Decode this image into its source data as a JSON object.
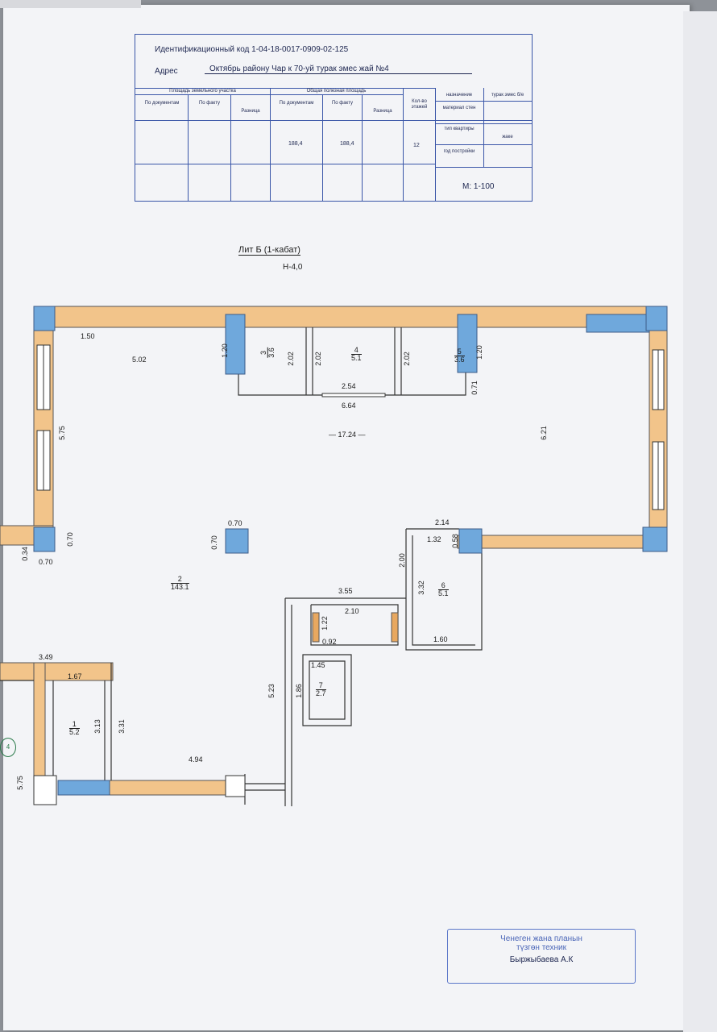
{
  "header": {
    "id_line": "Идентификационный код 1-04-18-0017-0909-02-125",
    "address_label": "Адрес",
    "address_value": "Октябрь району Чар к 70-уй турак эмес жай №4",
    "land_area_title": "Площадь земельного участка",
    "useful_area_title": "Общая полезная площадь",
    "col_by_docs": "По документам",
    "col_by_fact": "По факту",
    "col_diff": "Разница",
    "col_floors": "Кол-во этажей",
    "col_purpose": "назначение",
    "col_wall": "материал стен",
    "col_type": "тип квартиры",
    "col_year": "год постройки",
    "col_building_type": "турак эмес б/е",
    "val_purpose": "жаке",
    "val_docs": "188,4",
    "val_fact": "188,4",
    "val_floors": "12",
    "scale": "М: 1-100"
  },
  "plan": {
    "lit": "Лит Б (1-кабат)",
    "height": "Н-4,0",
    "labels": {
      "d150": "1.50",
      "d502": "5.02",
      "d120a": "1.20",
      "d202a": "2.02",
      "d202b": "2.02",
      "d202c": "2.02",
      "d254": "2.54",
      "d664": "6.64",
      "d120b": "1.20",
      "d071": "0.71",
      "d1724": "— 17.24 —",
      "d621": "6.21",
      "d575a": "5.75",
      "d070a": "0.70",
      "d070b": "0.70",
      "d070c": "0.70",
      "d070d": "0.70",
      "d034": "0.34",
      "d214": "2.14",
      "d132": "1.32",
      "d058": "0.58",
      "d200": "2.00",
      "d355": "3.55",
      "d210": "2.10",
      "d122": "1.22",
      "d092": "0.92",
      "d332": "3.32",
      "d160": "1.60",
      "d145": "1.45",
      "d186": "1.86",
      "d523": "5.23",
      "d349": "3.49",
      "d167": "1.67",
      "d313": "3.13",
      "d331": "3.31",
      "d494": "4.94",
      "d575b": "5.75"
    },
    "rooms": [
      {
        "n": "3",
        "a": "3.6"
      },
      {
        "n": "4",
        "a": "5.1"
      },
      {
        "n": "5",
        "a": "3.6"
      },
      {
        "n": "2",
        "a": "143.1"
      },
      {
        "n": "6",
        "a": "5.1"
      },
      {
        "n": "7",
        "a": "2.7"
      },
      {
        "n": "1",
        "a": "5.2"
      }
    ],
    "marker": "4"
  },
  "stamp": {
    "line1": "Ченеген жана планын",
    "line2": "түзгөн техник",
    "line3": "Быржыбаева А.К"
  },
  "colors": {
    "wall": "#f2c48a",
    "column": "#6fa8dc",
    "ink": "#3a56a8"
  }
}
